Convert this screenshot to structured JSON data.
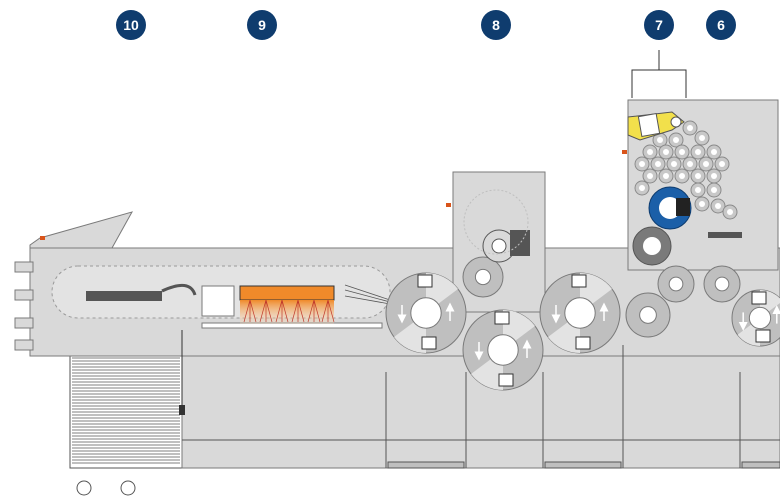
{
  "colors": {
    "machine_body": "#d9d9d9",
    "machine_outline": "#7a7a7a",
    "cylinder_fill": "#bfbfbf",
    "cylinder_light": "#e3e3e3",
    "cylinder_hub": "#ffffff",
    "badge_fill": "#0f3c6e",
    "badge_text": "#ffffff",
    "accent_blue": "#1b5fa8",
    "accent_yellow": "#f2e04b",
    "dryer_orange": "#f08a2a",
    "dryer_red": "#c0392b",
    "pile_lines": "#555555"
  },
  "callouts": [
    {
      "id": "callout-10",
      "label": "10"
    },
    {
      "id": "callout-9",
      "label": "9"
    },
    {
      "id": "callout-8",
      "label": "8"
    },
    {
      "id": "callout-7",
      "label": "7"
    },
    {
      "id": "callout-6",
      "label": "6"
    }
  ],
  "icons": {
    "gripper": "gripper-icon",
    "ink_roller": "ink-roller-icon",
    "delivery_chain": "chain-icon",
    "lightning": "lightning-icon",
    "arrow": "rotation-arrow-icon"
  }
}
